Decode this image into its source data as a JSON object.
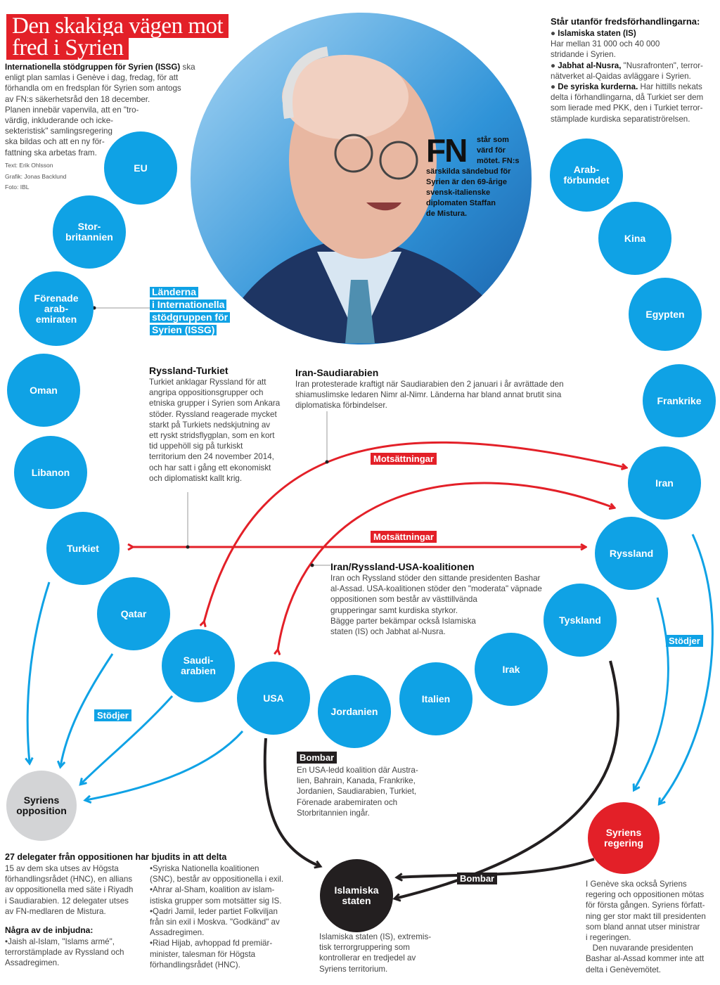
{
  "title_lines": [
    "Den skakiga vägen mot",
    "fred i Syrien"
  ],
  "intro": {
    "lead": "Internationella stödgruppen för Syrien (ISSG)",
    "lines": [
      " ska",
      "enligt plan samlas i Genève i dag, fredag, för att",
      "förhandla om en fredsplan för Syrien som antogs",
      "av FN:s säkerhetsråd den 18 december.",
      "Planen innebär vapenvila, att en \"tro-",
      "värdig, inkluderande och icke-",
      "sekteristisk\" samlingsregering",
      "ska bildas och att en ny för-",
      "fattning ska arbetas fram."
    ]
  },
  "credits": [
    "Text: Erik Ohlsson",
    "Grafik: Jonas Backlund",
    "Foto: IBL"
  ],
  "fn_box": {
    "big": "FN",
    "lines": [
      "står som",
      "värd för",
      "mötet. FN:s",
      "särskilda sändebud för",
      "Syrien är den 69-årige",
      "svensk-italienske",
      "diplomaten Staffan",
      "de Mistura."
    ]
  },
  "outside": {
    "heading": "Står utanför fredsförhandlingarna:",
    "items": [
      {
        "bullet": "Islamiska staten (IS)",
        "text": [
          "Har mellan 31 000 och 40 000",
          "stridande i Syrien."
        ]
      },
      {
        "bullet": "Jabhat al-Nusra,",
        "text": [
          " \"Nusrafronten\", terror-",
          "nätverket al-Qaidas avläggare i Syrien."
        ]
      },
      {
        "bullet": "De syriska kurderna.",
        "text": [
          " Har hittills nekats",
          "delta i förhandlingarna, då Turkiet ser dem",
          "som lierade med PKK, den i Turkiet terror-",
          "stämplade kurdiska separatiströrelsen."
        ]
      }
    ]
  },
  "issg_label": [
    "Länderna",
    "i Internationella",
    "stödgruppen för",
    "Syrien (ISSG)"
  ],
  "countries": [
    {
      "id": "eu",
      "lines": [
        "EU"
      ]
    },
    {
      "id": "storbritannien",
      "lines": [
        "Stor-",
        "britannien"
      ]
    },
    {
      "id": "emiraten",
      "lines": [
        "Förenade",
        "arab-",
        "emiraten"
      ]
    },
    {
      "id": "oman",
      "lines": [
        "Oman"
      ]
    },
    {
      "id": "libanon",
      "lines": [
        "Libanon"
      ]
    },
    {
      "id": "turkiet",
      "lines": [
        "Turkiet"
      ]
    },
    {
      "id": "qatar",
      "lines": [
        "Qatar"
      ]
    },
    {
      "id": "saudiarabien",
      "lines": [
        "Saudi-",
        "arabien"
      ]
    },
    {
      "id": "usa",
      "lines": [
        "USA"
      ]
    },
    {
      "id": "jordanien",
      "lines": [
        "Jordanien"
      ]
    },
    {
      "id": "italien",
      "lines": [
        "Italien"
      ]
    },
    {
      "id": "irak",
      "lines": [
        "Irak"
      ]
    },
    {
      "id": "tyskland",
      "lines": [
        "Tyskland"
      ]
    },
    {
      "id": "ryssland",
      "lines": [
        "Ryssland"
      ]
    },
    {
      "id": "iran",
      "lines": [
        "Iran"
      ]
    },
    {
      "id": "frankrike",
      "lines": [
        "Frankrike"
      ]
    },
    {
      "id": "egypten",
      "lines": [
        "Egypten"
      ]
    },
    {
      "id": "kina",
      "lines": [
        "Kina"
      ]
    },
    {
      "id": "arabforbundet",
      "lines": [
        "Arab-",
        "förbundet"
      ]
    }
  ],
  "actors": {
    "opposition": [
      "Syriens",
      "opposition"
    ],
    "regering": [
      "Syriens",
      "regering"
    ],
    "is": [
      "Islamiska",
      "staten"
    ]
  },
  "relations": {
    "ryssland_turkiet": {
      "heading": "Ryssland-Turkiet",
      "lines": [
        "Turkiet anklagar Ryssland för att",
        "angripa oppositionsgrupper och",
        "etniska grupper i Syrien som Ankara",
        "stöder. Ryssland reagerade mycket",
        "starkt på Turkiets nedskjutning av",
        "ett ryskt stridsflygplan, som en kort",
        "tid uppehöll sig på turkiskt",
        "territorium den 24 november 2014,",
        "och har satt i gång ett ekonomiskt",
        "och diplomatiskt kallt krig."
      ]
    },
    "iran_saudi": {
      "heading": "Iran-Saudiarabien",
      "lines": [
        "Iran protesterade kraftigt när Saudiarabien den 2 januari i år avrättade den",
        "shiamuslimske ledaren Nimr al-Nimr. Länderna har bland annat brutit sina",
        "diplomatiska förbindelser."
      ]
    },
    "koalitionen": {
      "heading": "Iran/Ryssland-USA-koalitionen",
      "lines": [
        "Iran och Ryssland stöder den sittande presidenten Bashar",
        "al-Assad. USA-koalitionen stöder den \"moderata\" väpnade",
        "oppositionen som består av västtillvända",
        "grupperingar samt kurdiska styrkor.",
        "Bägge parter bekämpar också Islamiska",
        "staten (IS) och Jabhat al-Nusra."
      ]
    }
  },
  "tags": {
    "mots1": "Motsättningar",
    "mots2": "Motsättningar",
    "stodjer_left": "Stödjer",
    "stodjer_right": "Stödjer",
    "bombar1": "Bombar",
    "bombar2": "Bombar"
  },
  "bombar_text": [
    "En USA-ledd koalition där Austra-",
    "lien, Bahrain, Kanada, Frankrike,",
    "Jordanien, Saudiarabien, Turkiet,",
    "Förenade arabemiraten och",
    "Storbritannien ingår."
  ],
  "is_text": [
    "Islamiska staten (IS), extremis-",
    "tisk terrorgruppering som",
    "kontrollerar en tredjedel av",
    "Syriens territorium."
  ],
  "geneve_text": [
    "I Genève ska också Syriens",
    "regering och oppositionen mötas",
    "för första gången. Syriens författ-",
    "ning ger stor makt till presidenten",
    "som bland annat utser ministrar",
    "i regeringen.",
    "   Den nuvarande presidenten",
    "Bashar al-Assad kommer inte att",
    "delta i Genèvemötet."
  ],
  "delegates": {
    "heading": "27 delegater från oppositionen har bjudits in att delta",
    "lines": [
      "15 av dem ska utses av Högsta",
      "förhandlingsrådet (HNC), en allians",
      "av oppositionella med säte i Riyadh",
      "i Saudiarabien. 12 delegater utses",
      "av FN-medlaren de Mistura."
    ],
    "subheading": "Några av de inbjudna:",
    "left_items": [
      "•Jaish al-Islam, \"Islams armé\",",
      "terrorstämplade av Ryssland och",
      "Assadregimen."
    ],
    "right_items": [
      "•Syriska Nationella koalitionen",
      "(SNC), består av oppositionella i exil.",
      "•Ahrar al-Sham, koalition av islam-",
      "istiska grupper som motsätter sig IS.",
      "•Qadri Jamil, leder partiet Folkviljan",
      "från sin exil i Moskva. \"Godkänd\" av",
      "Assadregimen.",
      "•Riad Hijab, avhoppad fd premiär-",
      "minister, talesman för Högsta",
      "förhandlingsrådet (HNC)."
    ]
  },
  "colors": {
    "blue": "#0fa2e5",
    "red": "#e32028",
    "black": "#231f20",
    "grey": "#d3d4d6"
  }
}
